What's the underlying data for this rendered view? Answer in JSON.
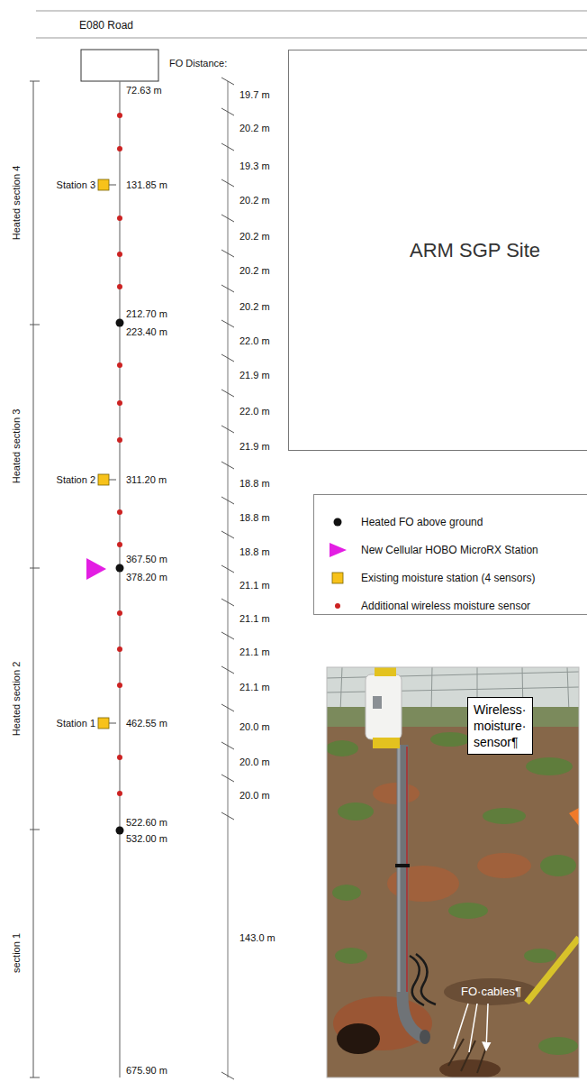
{
  "diagram": {
    "nodes": [
      {
        "text": [
          "ARM SGP Site"
        ]
      },
      {
        "text": [
          "Wireless· moisture· sensor¶"
        ]
      }
    ],
    "labels": [
      "E080 Road",
      "FO Distance:",
      "Heated section 4",
      "Heated section 3",
      "Heated section 2",
      "section 1",
      "Station 3",
      "Station 2",
      "Station 1",
      "72.63 m",
      "131.85 m",
      "212.70 m",
      "223.40 m",
      "311.20 m",
      "367.50 m",
      "378.20 m",
      "462.55 m",
      "522.60 m",
      "532.00 m",
      "675.90 m",
      "19.7 m",
      "20.2 m",
      "19.3 m",
      "20.2 m",
      "20.2 m",
      "20.2 m",
      "20.2 m",
      "22.0 m",
      "21.9 m",
      "22.0 m",
      "21.9 m",
      "18.8 m",
      "18.8 m",
      "18.8 m",
      "21.1 m",
      "21.1 m",
      "21.1 m",
      "21.1 m",
      "20.0 m",
      "20.0 m",
      "20.0 m",
      "143.0 m",
      "FO·cables¶"
    ],
    "legend": [
      {
        "text": "Heated FO above ground"
      },
      {
        "text": "New Cellular HOBO MicroRX Station"
      },
      {
        "text": "Existing moisture station (4 sensors)"
      },
      {
        "text": "Additional wireless moisture sensor"
      }
    ]
  }
}
